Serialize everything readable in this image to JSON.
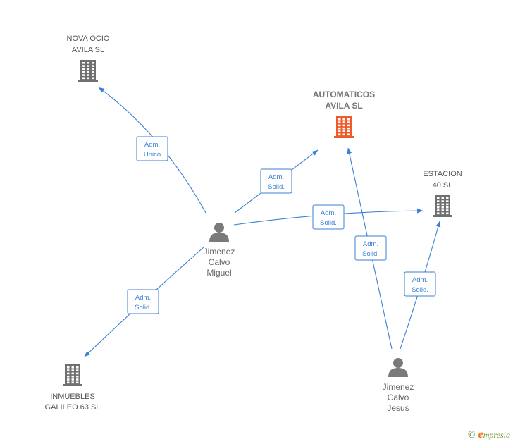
{
  "colors": {
    "edge": "#3b7fd4",
    "company": "#707070",
    "main_company": "#ee5a2a",
    "person": "#7a7a7a"
  },
  "companies": [
    {
      "id": "nova",
      "line1": "NOVA OCIO",
      "line2": "AVILA  SL",
      "main": false
    },
    {
      "id": "auto",
      "line1": "AUTOMATICOS",
      "line2": "AVILA  SL",
      "main": true
    },
    {
      "id": "est",
      "line1": "ESTACION",
      "line2": "40  SL",
      "main": false
    },
    {
      "id": "inm",
      "line1": "INMUEBLES",
      "line2": "GALILEO 63  SL",
      "main": false
    }
  ],
  "persons": [
    {
      "id": "miguel",
      "line1": "Jimenez",
      "line2": "Calvo",
      "line3": "Miguel"
    },
    {
      "id": "jesus",
      "line1": "Jimenez",
      "line2": "Calvo",
      "line3": "Jesus"
    }
  ],
  "edges": [
    {
      "from": "miguel",
      "to": "nova",
      "role1": "Adm.",
      "role2": "Unico"
    },
    {
      "from": "miguel",
      "to": "auto",
      "role1": "Adm.",
      "role2": "Solid."
    },
    {
      "from": "miguel",
      "to": "est",
      "role1": "Adm.",
      "role2": "Solid."
    },
    {
      "from": "miguel",
      "to": "inm",
      "role1": "Adm.",
      "role2": "Solid."
    },
    {
      "from": "jesus",
      "to": "auto",
      "role1": "Adm.",
      "role2": "Solid."
    },
    {
      "from": "jesus",
      "to": "est",
      "role1": "Adm.",
      "role2": "Solid."
    }
  ],
  "footer": {
    "copyright": "©",
    "brand_initial": "e",
    "brand_rest": "mpresia"
  }
}
